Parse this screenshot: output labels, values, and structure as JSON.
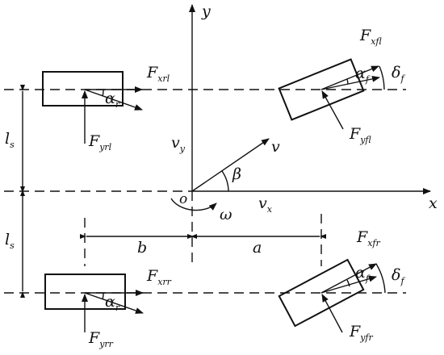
{
  "diagram": {
    "axes": {
      "x": {
        "symbol": "x"
      },
      "y": {
        "symbol": "y"
      },
      "origin": "o"
    },
    "velocity": {
      "v": "v",
      "vx_main": "v",
      "vx_sub": "x",
      "vy_main": "v",
      "vy_sub": "y",
      "beta": "β",
      "omega": "ω"
    },
    "dimensions": {
      "a": "a",
      "b": "b",
      "ls_upper_main": "l",
      "ls_upper_sub": "s",
      "ls_lower_main": "l",
      "ls_lower_sub": "s"
    },
    "wheels": {
      "rear_left": {
        "fx_main": "F",
        "fx_sub": "xrl",
        "fy_main": "F",
        "fy_sub": "yrl",
        "alpha_main": "α",
        "alpha_sub": "r"
      },
      "rear_right": {
        "fx_main": "F",
        "fx_sub": "xrr",
        "fy_main": "F",
        "fy_sub": "yrr",
        "alpha_main": "α",
        "alpha_sub": "r"
      },
      "front_left": {
        "fx_main": "F",
        "fx_sub": "xfl",
        "fy_main": "F",
        "fy_sub": "yfl",
        "alpha_main": "α",
        "alpha_sub": "f",
        "delta_main": "δ",
        "delta_sub": "f"
      },
      "front_right": {
        "fx_main": "F",
        "fx_sub": "xfr",
        "fy_main": "F",
        "fy_sub": "yfr",
        "alpha_main": "α",
        "alpha_sub": "f",
        "delta_main": "δ",
        "delta_sub": "f"
      }
    }
  }
}
